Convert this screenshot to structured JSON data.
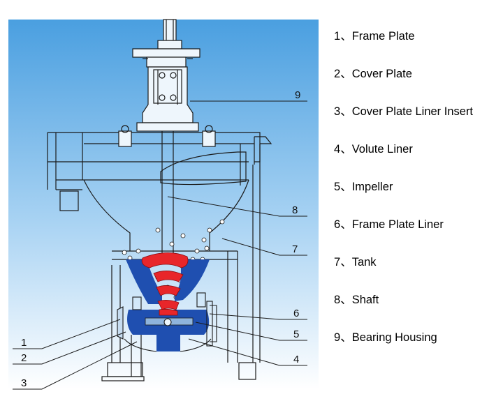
{
  "legend": {
    "items": [
      {
        "number": "1",
        "separator": "、",
        "label": "Frame Plate"
      },
      {
        "number": "2",
        "separator": "、",
        "label": "Cover Plate"
      },
      {
        "number": "3",
        "separator": "、",
        "label": "Cover Plate Liner Insert"
      },
      {
        "number": "4",
        "separator": "、",
        "label": "Volute Liner"
      },
      {
        "number": "5",
        "separator": "、",
        "label": "Impeller"
      },
      {
        "number": "6",
        "separator": "、",
        "label": "Frame Plate Liner"
      },
      {
        "number": "7",
        "separator": "、",
        "label": "Tank"
      },
      {
        "number": "8",
        "separator": "、",
        "label": "Shaft"
      },
      {
        "number": "9",
        "separator": "、",
        "label": "Bearing Housing"
      }
    ]
  },
  "callouts": {
    "n1": "1",
    "n2": "2",
    "n3": "3",
    "n4": "4",
    "n5": "5",
    "n6": "6",
    "n7": "7",
    "n8": "8",
    "n9": "9"
  },
  "colors": {
    "background_top": "#4a9fe0",
    "background_bottom": "#ffffff",
    "liner_blue": "#1f4fb0",
    "impeller_red": "#e8262a",
    "line": "#1a1a1a"
  }
}
